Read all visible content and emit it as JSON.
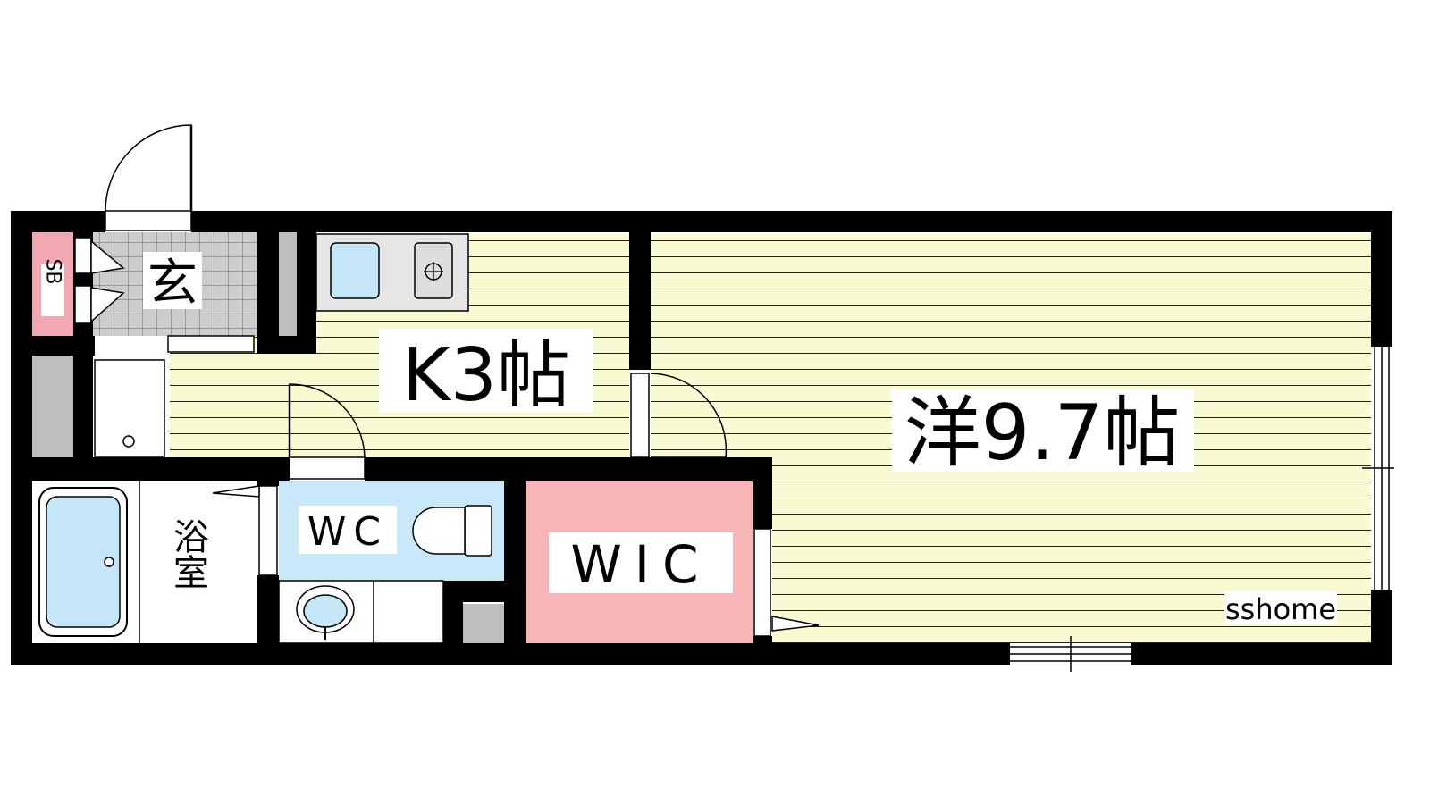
{
  "rooms": {
    "western": {
      "label": "洋9.7帖"
    },
    "kitchen": {
      "label": "K3帖"
    },
    "wic": {
      "label": "WIC"
    },
    "wc": {
      "label": "WC"
    },
    "bath": {
      "label": "浴室"
    },
    "entrance": {
      "label": "玄"
    },
    "shoe_box": {
      "label": "SB"
    }
  },
  "watermark": "sshome",
  "colors": {
    "wall": "#000000",
    "floor": "#fafad2",
    "floor_line": "#222222",
    "wic": "#f7b5b8",
    "shoe_box": "#f2a8b0",
    "wc": "#c9e8f7",
    "fixture": "#c4e6f6",
    "tile": "#cccccc",
    "storage": "#bdbdbd"
  }
}
